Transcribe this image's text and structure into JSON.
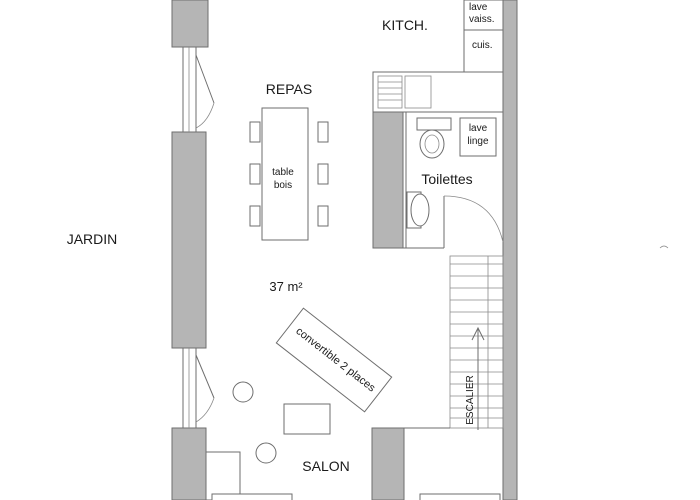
{
  "rooms": {
    "kitchen": "KITCH.",
    "dining": "REPAS",
    "toilets": "Toilettes",
    "garden": "JARDIN",
    "living": "SALON"
  },
  "fixtures": {
    "dishwasher": [
      "lave",
      "vaiss."
    ],
    "cooker": "cuis.",
    "washing_machine": [
      "lave",
      "linge"
    ],
    "table": [
      "table",
      "bois"
    ],
    "sofa_bed": "convertible 2 places",
    "stairs": "ESCALIER"
  },
  "area": "37 m²",
  "colors": {
    "wall": "#b5b5b5",
    "line": "#6e6e6e"
  }
}
